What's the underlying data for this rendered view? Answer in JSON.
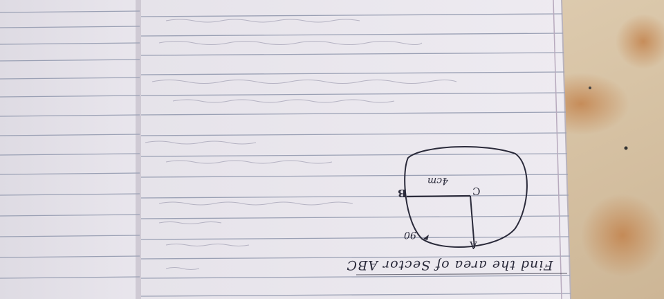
{
  "photo": {
    "subject": "photographed notebook page with a handwritten geometry question",
    "orientation": "upside-down",
    "colors": {
      "paper": "#ece9ef",
      "rule_line": "#9aa0b4",
      "margin_line": "#b7a9bd",
      "ink": "#2a2a3a",
      "bleed_through": "#a8a6b8",
      "background": "#d9c9b1",
      "stain": "#c58a55"
    }
  },
  "handwriting": {
    "question": "Find the area of Sector ABC",
    "radius": "4cm",
    "angle": "90",
    "point_c": "C",
    "point_b": "B",
    "point_a": "A"
  }
}
